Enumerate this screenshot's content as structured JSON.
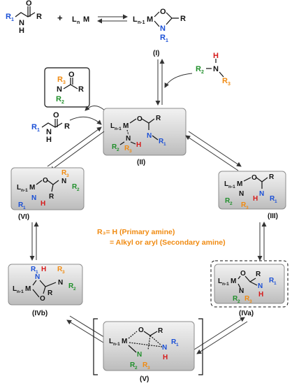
{
  "colors": {
    "r1": "#1a4fd6",
    "r2": "#1f8f2a",
    "r3": "#f08a10",
    "h": "#d61a1a",
    "box_fill": "#d9d9d9",
    "box_edge": "#8c8c8c",
    "note": "#f08a10"
  },
  "atoms": {
    "R": "R",
    "R1": "R",
    "R1_sub": "1",
    "R2": "R",
    "R2_sub": "2",
    "R3": "R",
    "R3_sub": "3",
    "N": "N",
    "H": "H",
    "O": "O",
    "M": "M",
    "LnM": "L",
    "Ln_sub": "n",
    "Ln1_sub": "n-1",
    "plus": "+"
  },
  "labels": {
    "I": "(I)",
    "II": "(II)",
    "III": "(III)",
    "IVa": "(IVa)",
    "IVb": "(IVb)",
    "V": "(V)",
    "VI": "(VI)"
  },
  "note": {
    "line1": "R₃= H (Primary amine)",
    "line2": "= Alkyl or aryl (Secondary amine)"
  }
}
